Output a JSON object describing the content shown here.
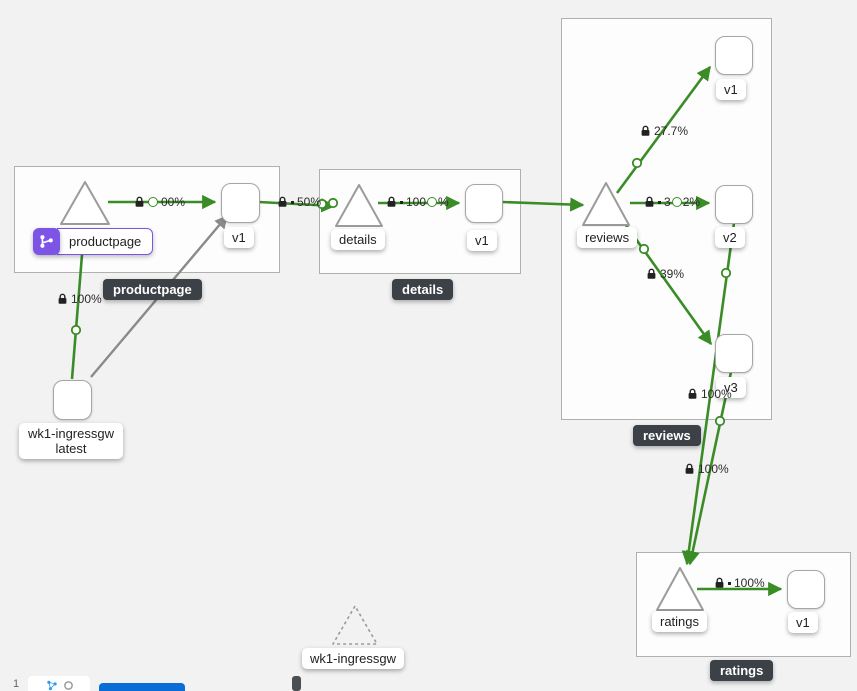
{
  "colors": {
    "background": "#f2f2f2",
    "edge_green": "#3a8c26",
    "edge_gray": "#8a8a8a",
    "badge_bg": "#3b4147",
    "virtual_service_purple": "#7d55e6",
    "button_blue": "#0a6cd6"
  },
  "groups": {
    "productpage": {
      "badge": "productpage"
    },
    "details": {
      "badge": "details"
    },
    "reviews": {
      "badge": "reviews"
    },
    "ratings": {
      "badge": "ratings"
    }
  },
  "nodes": {
    "productpage": {
      "label": "productpage"
    },
    "productpage_v1": {
      "label": "v1"
    },
    "details": {
      "label": "details"
    },
    "details_v1": {
      "label": "v1"
    },
    "reviews": {
      "label": "reviews"
    },
    "reviews_v1": {
      "label": "v1"
    },
    "reviews_v2": {
      "label": "v2"
    },
    "reviews_v3": {
      "label": "v3"
    },
    "ratings": {
      "label": "ratings"
    },
    "ratings_v1": {
      "label": "v1"
    },
    "ingress_workload": {
      "line1": "wk1-ingressgw",
      "line2": "latest"
    },
    "ingress_ghost": {
      "label": "wk1-ingressgw"
    }
  },
  "edge_labels": {
    "ingress_to_productpage": "100%",
    "productpage_to_v1": "00%",
    "v1_to_details": "50%",
    "details_to_v1_a": "100",
    "details_to_v1_b": "%",
    "reviews_to_v1": "27.7%",
    "reviews_to_v2_a": "3",
    "reviews_to_v2_b": "2%",
    "reviews_to_v3": "39%",
    "v3_to_ratings": "100%",
    "v2_to_ratings": "100%",
    "ratings_to_v1": "100%"
  },
  "toolbar": {
    "fragment": "1"
  }
}
